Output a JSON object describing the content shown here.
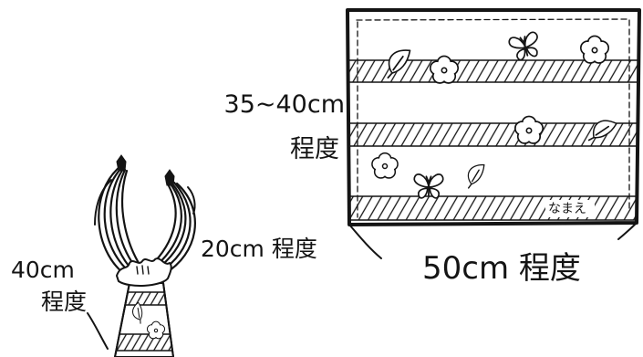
{
  "colors": {
    "ink": "#141414",
    "paper": "#ffffff"
  },
  "motifs": {
    "flower": "flower-icon",
    "butterfly": "butterfly-icon",
    "leaf": "leaf-icon"
  },
  "fabric": {
    "height_label": "35~40cm",
    "height_suffix": "程度",
    "width_label": "50cm 程度",
    "name_tag": "なまえ"
  },
  "bag": {
    "string_length_label": "20cm 程度",
    "height_label": "40cm",
    "height_suffix": "程度"
  }
}
